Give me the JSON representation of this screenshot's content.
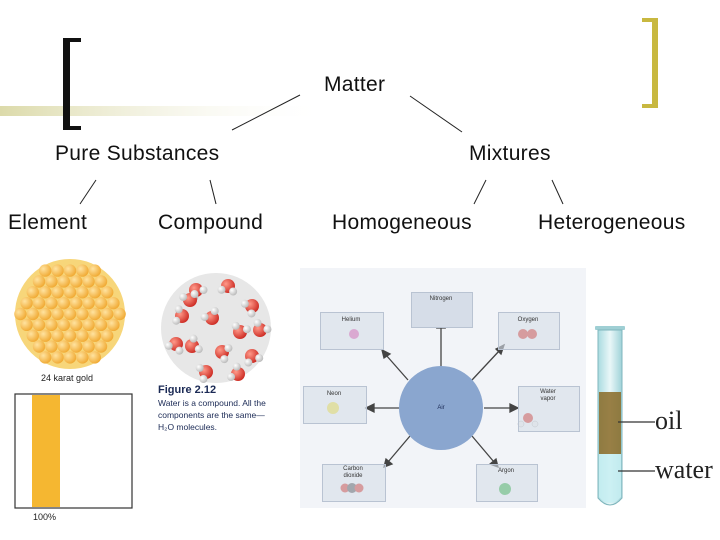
{
  "title": "Matter",
  "level1": {
    "left": "Pure Substances",
    "right": "Mixtures"
  },
  "level2": {
    "element": "Element",
    "compound": "Compound",
    "homogeneous": "Homogeneous",
    "heterogeneous": "Heterogeneous"
  },
  "gold": {
    "caption": "24 karat gold",
    "percent": "100%"
  },
  "water": {
    "fig": "Figure 2.12",
    "text1": "Water is a compound. All the",
    "text2": "components are the same—",
    "text3": "H₂O molecules."
  },
  "air": {
    "center": "Air",
    "nitrogen": "Nitrogen",
    "oxygen": "Oxygen",
    "helium": "Helium",
    "neon": "Neon",
    "water_vapor": "Water vapor",
    "carbon_dioxide": "Carbon dioxide",
    "argon": "Argon"
  },
  "tube": {
    "oil": "oil",
    "water": "water"
  },
  "colors": {
    "accent": "#c8b840",
    "gold": "#f5b731",
    "air": "#8aa6cf"
  }
}
